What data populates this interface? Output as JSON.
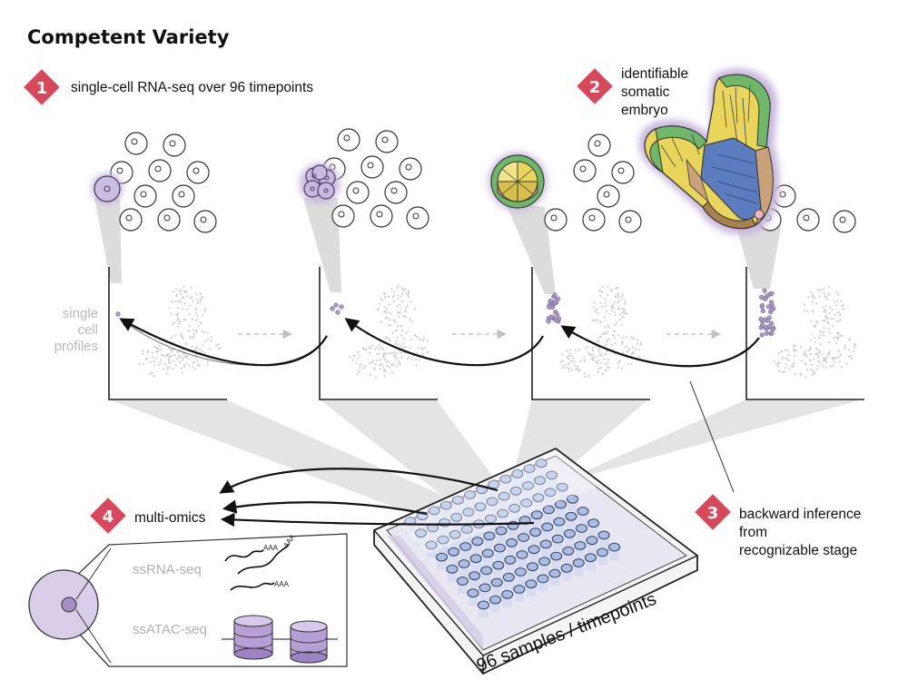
{
  "title": "Competent Variety",
  "steps": [
    {
      "number": "1",
      "label": "single-cell RNA-seq over 96 timepoints"
    },
    {
      "number": "2",
      "label_lines": [
        "identifiable",
        "somatic",
        "embryo"
      ]
    },
    {
      "number": "3",
      "label_lines": [
        "backward inference",
        "from",
        "recognizable stage"
      ]
    },
    {
      "number": "4",
      "label": "multi-omics"
    }
  ],
  "side_label_lines": [
    "single",
    "cell",
    "profiles"
  ],
  "omics": {
    "rna_label": "ssRNA-seq",
    "atac_label": "ssATAC-seq",
    "polyA": [
      "AAA",
      "AAA",
      "AAA"
    ]
  },
  "plate_label": "96 samples / timepoints",
  "colors": {
    "badge": "#d9485a",
    "purple_cell": "#c8b6de",
    "purple_stroke": "#6e5a8e",
    "highlight_dots": "#9c8bbf",
    "plate_well": "#a9bde3",
    "embryo_blue": "#5b7dc0",
    "embryo_yellow": "#e8d55a",
    "embryo_green": "#6fb86a",
    "embryo_brown": "#b58c5a",
    "embryo_tan": "#d9b08a"
  }
}
